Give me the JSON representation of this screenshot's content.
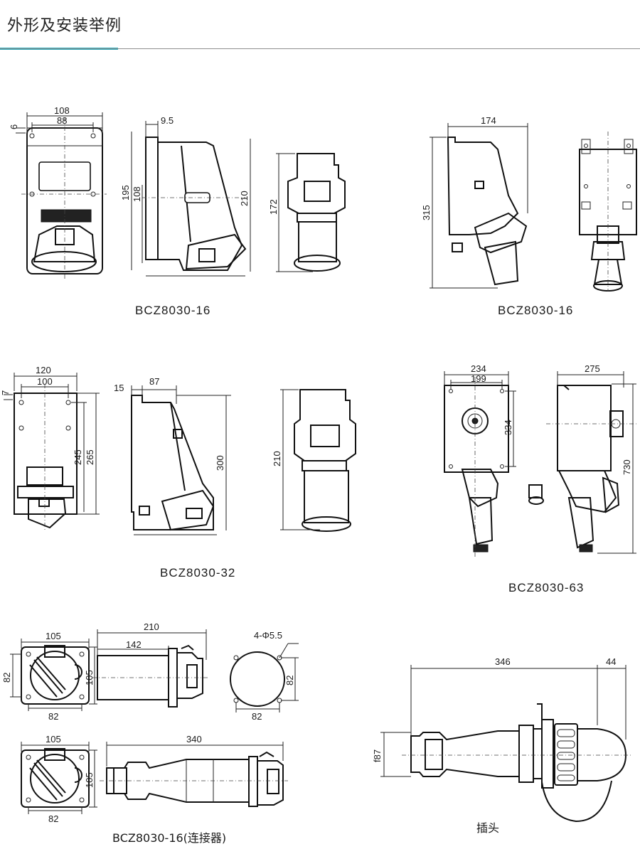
{
  "header": {
    "title": "外形及安装举例"
  },
  "row1": {
    "front_dims": {
      "w108": "108",
      "w88": "88",
      "h6": "6"
    },
    "side_dims": {
      "d9_5": "9.5",
      "h195": "195",
      "h108": "108",
      "h210": "210"
    },
    "plug_dims": {
      "h172": "172"
    },
    "caption_left": "BCZ8030-16",
    "right_dims": {
      "w174": "174",
      "h315": "315"
    },
    "caption_right": "BCZ8030-16"
  },
  "row2": {
    "front_dims": {
      "w120": "120",
      "w100": "100",
      "h7": "7",
      "h245": "245",
      "h265": "265"
    },
    "side_dims": {
      "d15": "15",
      "d87": "87",
      "h300": "300"
    },
    "plug_dims": {
      "h210": "210"
    },
    "caption_left": "BCZ8030-32",
    "right_dims": {
      "w234": "234",
      "w199": "199",
      "h334": "334",
      "w275": "275",
      "h730": "730"
    },
    "caption_right": "BCZ8030-63"
  },
  "row3": {
    "flange_dims": {
      "w105": "105",
      "h82": "82",
      "h105": "105",
      "w82": "82"
    },
    "socket_dims": {
      "l210": "210",
      "l142": "142"
    },
    "cutout_dims": {
      "holes": "4-Φ5.5",
      "h82": "82",
      "w82": "82"
    },
    "flange2_dims": {
      "w105": "105",
      "h105": "105",
      "w82": "82"
    },
    "connector_dims": {
      "l340": "340"
    },
    "caption_connector": "BCZ8030-16(连接器)",
    "plug_dims": {
      "l346": "346",
      "l44": "44",
      "dia": "f87"
    },
    "caption_plug": "插头"
  }
}
